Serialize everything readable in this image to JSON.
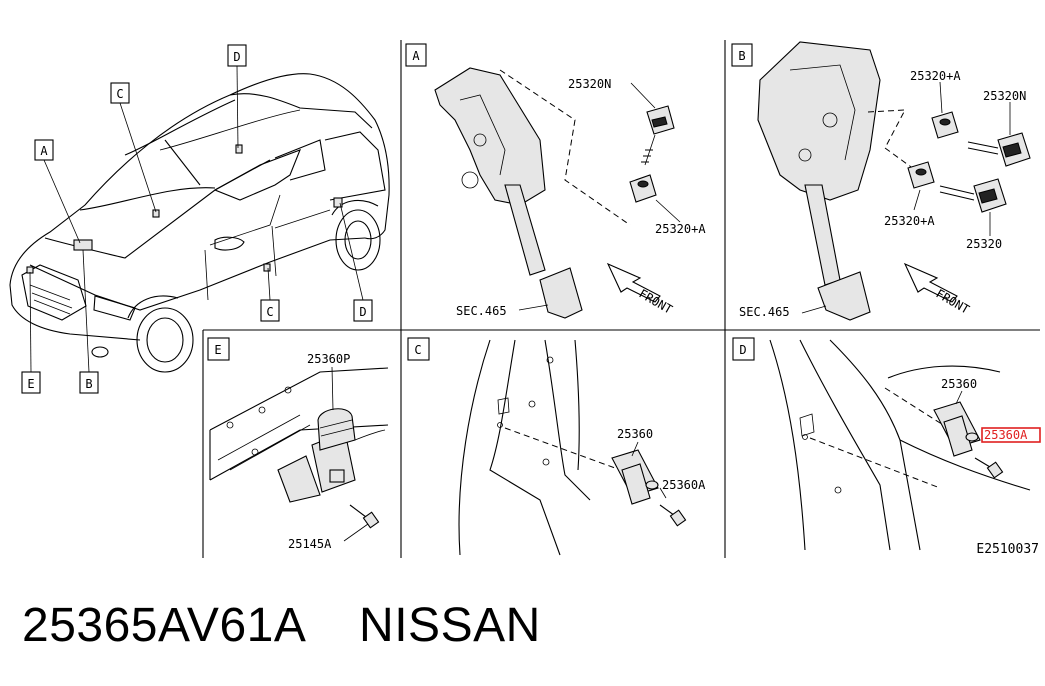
{
  "panels": {
    "A": {
      "letter": "A",
      "parts": [
        "25320N",
        "25320+A",
        "SEC.465"
      ],
      "front": "FRONT"
    },
    "B": {
      "letter": "B",
      "parts": [
        "25320+A",
        "25320N",
        "25320+A",
        "25320",
        "SEC.465"
      ],
      "front": "FRONT"
    },
    "E": {
      "letter": "E",
      "parts": [
        "25360P",
        "25145A"
      ]
    },
    "C": {
      "letter": "C",
      "parts": [
        "25360",
        "25360A"
      ]
    },
    "D": {
      "letter": "D",
      "parts": [
        "25360",
        "25360A"
      ]
    }
  },
  "car_callouts": [
    "A",
    "C",
    "D",
    "C",
    "D",
    "E",
    "B"
  ],
  "diagram_code": "E2510037",
  "caption": "25365AV61A    NISSAN",
  "highlight_color": "#e02020"
}
